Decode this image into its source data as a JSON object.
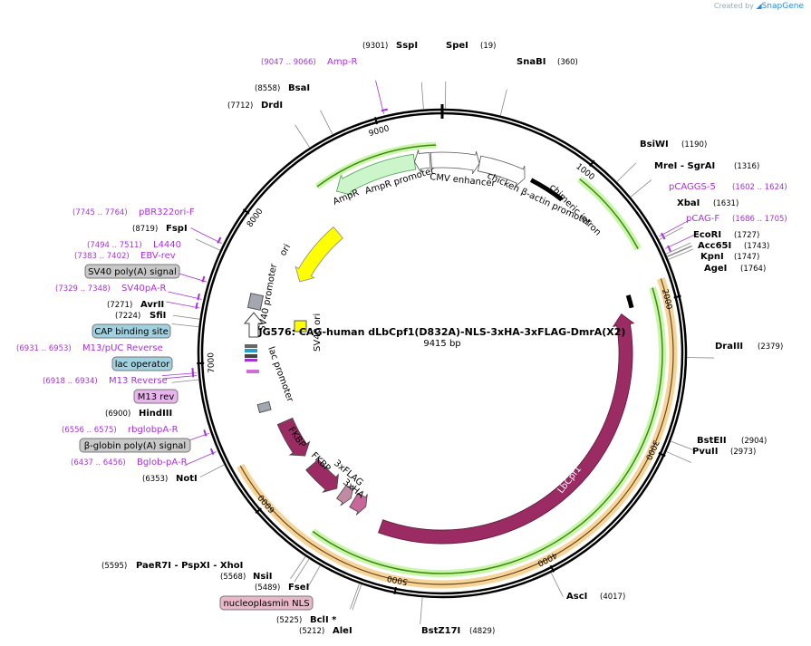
{
  "app": {
    "credit_prefix": "Created by",
    "credit_brand": "SnapGene"
  },
  "map": {
    "name": "JG576: CAG-human dLbCpf1(D832A)-NLS-3xHA-3xFLAG-DmrA(X2)",
    "length": "9415 bp",
    "total_bp": 9415
  },
  "ticks": [
    "1000",
    "2000",
    "3000",
    "4000",
    "5000",
    "6000",
    "7000",
    "8000",
    "9000"
  ],
  "sites": [
    {
      "name": "SpeI",
      "pos": "(19)"
    },
    {
      "name": "SnaBI",
      "pos": "(360)"
    },
    {
      "name": "BsiWI",
      "pos": "(1190)"
    },
    {
      "name": "MreI  -  SgrAI",
      "pos": "(1316)"
    },
    {
      "name": "XbaI",
      "pos": "(1631)"
    },
    {
      "name": "EcoRI",
      "pos": "(1727)"
    },
    {
      "name": "Acc65I",
      "pos": "(1743)"
    },
    {
      "name": "KpnI",
      "pos": "(1747)"
    },
    {
      "name": "AgeI",
      "pos": "(1764)"
    },
    {
      "name": "DraIII",
      "pos": "(2379)"
    },
    {
      "name": "BstEII",
      "pos": "(2904)"
    },
    {
      "name": "PvuII",
      "pos": "(2973)"
    },
    {
      "name": "AscI",
      "pos": "(4017)"
    },
    {
      "name": "BstZ17I",
      "pos": "(4829)"
    },
    {
      "name": "AleI",
      "pos": "(5212)"
    },
    {
      "name": "BclI *",
      "pos": "(5225)"
    },
    {
      "name": "FseI",
      "pos": "(5489)"
    },
    {
      "name": "NsiI",
      "pos": "(5568)"
    },
    {
      "name": "PaeR7I  -  PspXI  -  XhoI",
      "pos": "(5595)"
    },
    {
      "name": "NotI",
      "pos": "(6353)"
    },
    {
      "name": "HindIII",
      "pos": "(6900)"
    },
    {
      "name": "SfiI",
      "pos": "(7224)"
    },
    {
      "name": "AvrII",
      "pos": "(7271)"
    },
    {
      "name": "DrdI",
      "pos": "(7712)"
    },
    {
      "name": "BsaI",
      "pos": "(8558)"
    },
    {
      "name": "FspI",
      "pos": "(8719)"
    },
    {
      "name": "SspI",
      "pos": "(9301)"
    }
  ],
  "primers": [
    {
      "name": "Amp-R",
      "pos": "(9047 .. 9066)"
    },
    {
      "name": "pCAGGS-5",
      "pos": "(1602 .. 1624)"
    },
    {
      "name": "pCAG-F",
      "pos": "(1686 .. 1705)"
    },
    {
      "name": "pBR322ori-F",
      "pos": "(7745 .. 7764)"
    },
    {
      "name": "L4440",
      "pos": "(7494 .. 7511)"
    },
    {
      "name": "EBV-rev",
      "pos": "(7383 .. 7402)"
    },
    {
      "name": "SV40pA-R",
      "pos": "(7329 .. 7348)"
    },
    {
      "name": "M13/pUC Reverse",
      "pos": "(6931 .. 6953)"
    },
    {
      "name": "M13 Reverse",
      "pos": "(6918 .. 6934)"
    },
    {
      "name": "rbglobpA-R",
      "pos": "(6556 .. 6575)"
    },
    {
      "name": "Bglob-pA-R",
      "pos": "(6437 .. 6456)"
    }
  ],
  "boxed_features": [
    {
      "name": "SV40 poly(A) signal",
      "fill": "#c8c8c8"
    },
    {
      "name": "CAP binding site",
      "fill": "#9fd1e0"
    },
    {
      "name": "lac operator",
      "fill": "#9fd1e0"
    },
    {
      "name": "M13 rev",
      "fill": "#e9b4ee"
    },
    {
      "name": "β-globin poly(A) signal",
      "fill": "#c8c8c8"
    },
    {
      "name": "nucleoplasmin NLS",
      "fill": "#e8b8c8"
    }
  ],
  "features": {
    "ampr": "AmpR",
    "ampr_promoter": "AmpR promoter",
    "cmv_enhancer": "CMV enhancer",
    "chicken_promoter": "chicken β-actin promoter",
    "chimeric_intron": "chimeric intron",
    "ori": "ori",
    "sv40_promoter": "SV40 promoter",
    "sv40_ori": "SV40 ori",
    "lac_promoter": "lac promoter",
    "lbcpf1": "LbCpf1",
    "fkbp1": "FKBP",
    "fkbp2": "FKBP",
    "flag": "3xFLAG",
    "ha": "3xHA"
  },
  "colors": {
    "ampr": "#ccf5cc",
    "ampr_stripe": "#46a046",
    "ori": "#ffff00",
    "lbcpf1": "#9b2c63",
    "fkbp": "#9b2c63",
    "flag": "#c28ba4",
    "ha": "#c9669a",
    "promoter": "#ffffff",
    "sv40_box": "#a3a8b0",
    "green_line": "#3c8a10",
    "halo_green": "#c9f6a8",
    "halo_orange": "#f7d59a",
    "primer": "#a432d8"
  }
}
